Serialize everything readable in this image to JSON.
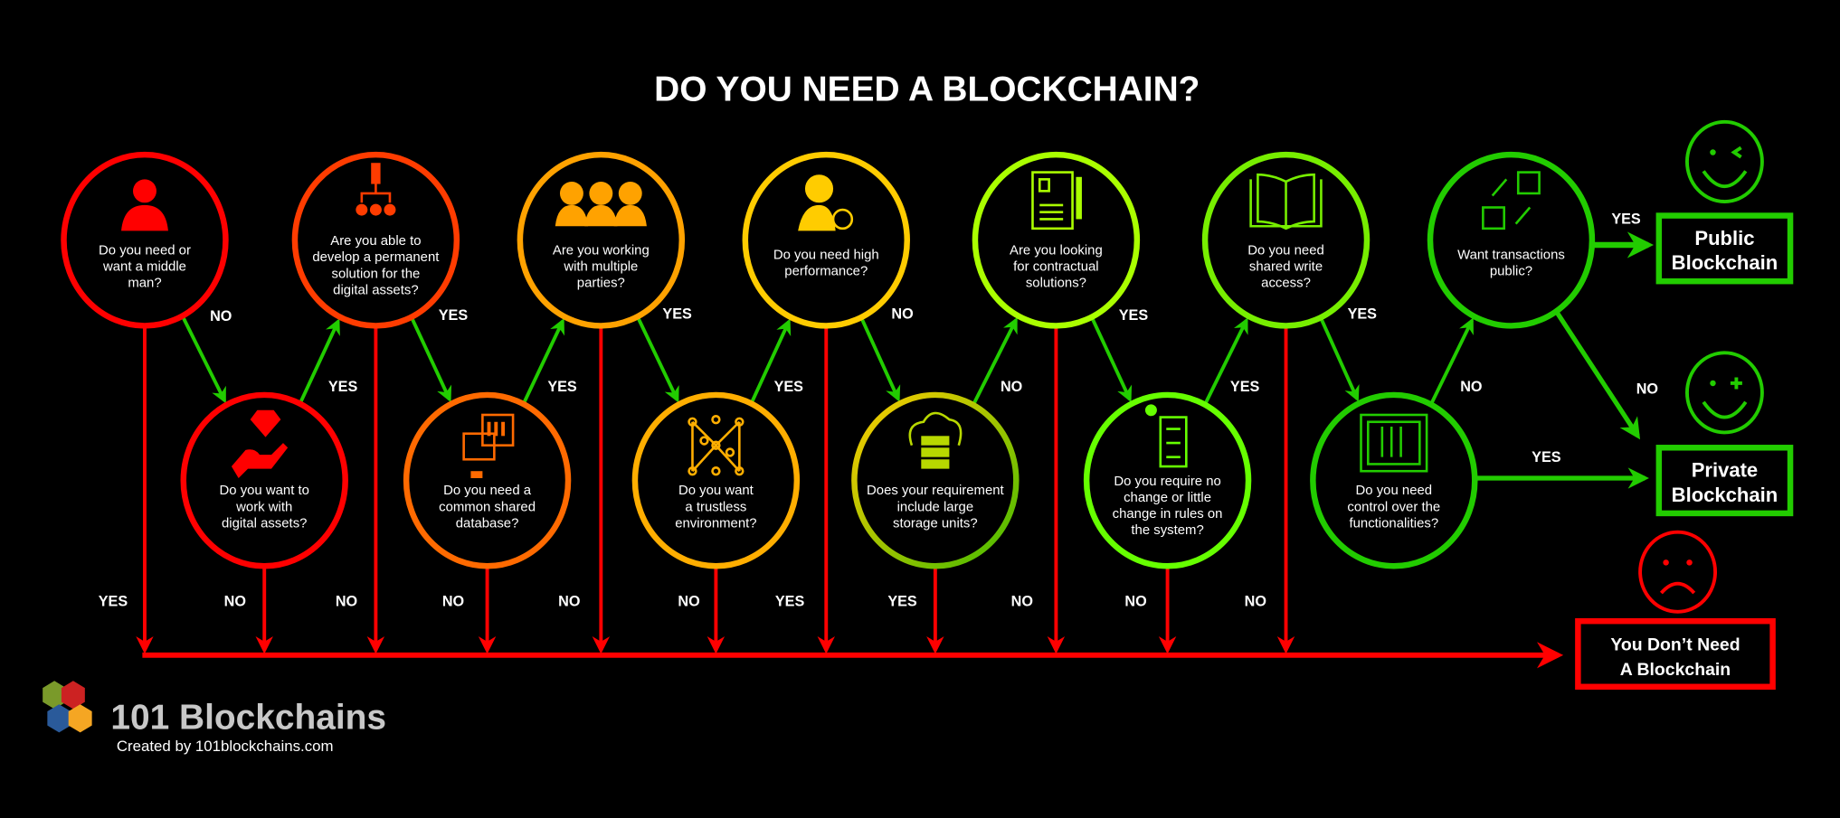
{
  "title": "DO YOU NEED A BLOCKCHAIN?",
  "colors": {
    "no_path": "#ff0000",
    "yes_path": "#22cc00",
    "background": "#000000"
  },
  "questions": [
    {
      "lines": [
        "Do you need or",
        "want a middle",
        "man?"
      ],
      "color": "#ff0000",
      "icon": "middleman-icon"
    },
    {
      "lines": [
        "Do you want to",
        "work with",
        "digital assets?"
      ],
      "color": "#ff0000",
      "icon": "diamond-hand-icon"
    },
    {
      "lines": [
        "Are you able to",
        "develop a permanent",
        "solution for the",
        "digital assets?"
      ],
      "color": "#ff3c00",
      "icon": "org-chart-dollar-icon"
    },
    {
      "lines": [
        "Do you need a",
        "common shared",
        "database?"
      ],
      "color": "#ff6a00",
      "icon": "database-computer-icon"
    },
    {
      "lines": [
        "Are you working",
        "with multiple",
        "parties?"
      ],
      "color": "#ffa200",
      "icon": "multiple-people-icon"
    },
    {
      "lines": [
        "Do you want",
        "a trustless",
        "environment?"
      ],
      "color": "#ffae00",
      "icon": "network-icon"
    },
    {
      "lines": [
        "Do you need high",
        "performance?"
      ],
      "color": "#ffcc00",
      "icon": "person-gear-icon"
    },
    {
      "lines": [
        "Does your requirement",
        "include large",
        "storage units?"
      ],
      "color": "#b8d800",
      "icon": "cloud-server-icon"
    },
    {
      "lines": [
        "Are you looking",
        "for contractual",
        "solutions?"
      ],
      "color": "#aaff00",
      "icon": "contract-document-icon"
    },
    {
      "lines": [
        "Do you require no",
        "change or little",
        "change in rules on",
        "the system?"
      ],
      "color": "#66ff00",
      "icon": "checklist-icon"
    },
    {
      "lines": [
        "Do you need",
        "shared write",
        "access?"
      ],
      "color": "#77ee00",
      "icon": "open-book-icon"
    },
    {
      "lines": [
        "Do you need",
        "control over the",
        "functionalities?"
      ],
      "color": "#22cc00",
      "icon": "tablet-controls-icon"
    },
    {
      "lines": [
        "Want transactions",
        "public?"
      ],
      "color": "#22cc00",
      "icon": "exchange-icon"
    }
  ],
  "flow_labels": [
    "NO",
    "YES",
    "YES",
    "YES",
    "YES",
    "YES",
    "NO",
    "NO",
    "YES",
    "YES",
    "YES",
    "NO"
  ],
  "drop_labels": [
    "YES",
    "NO",
    "NO",
    "NO",
    "NO",
    "NO",
    "YES",
    "YES",
    "NO",
    "NO",
    "NO"
  ],
  "outcomes": {
    "public": {
      "lines": [
        "Public",
        "Blockchain"
      ],
      "edge_label": "YES",
      "color": "#22cc00"
    },
    "private": {
      "lines": [
        "Private",
        "Blockchain"
      ],
      "edge_label_from_public_q": "NO",
      "edge_label_from_control_q": "YES",
      "color": "#22cc00"
    },
    "none": {
      "lines": [
        "You Don’t Need",
        "A Blockchain"
      ],
      "color": "#ff0000"
    }
  },
  "logo": {
    "name": "101 Blockchains",
    "credit": "Created by 101blockchains.com"
  }
}
